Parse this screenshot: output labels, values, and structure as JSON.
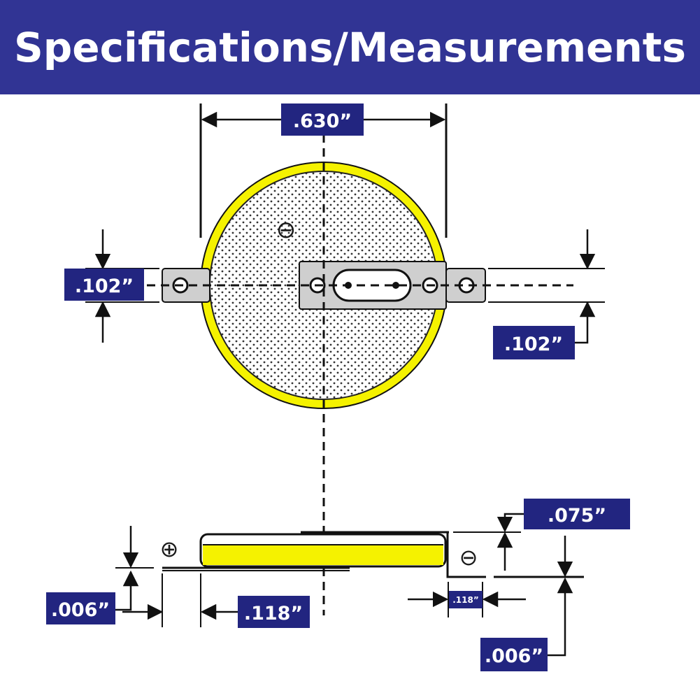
{
  "header": {
    "title": "Specifications/Measurements"
  },
  "colors": {
    "header_bg": "#313494",
    "label_bg": "#222580",
    "battery_yellow": "#F5F200",
    "tab_gray": "#CFCFCF",
    "line": "#111111"
  },
  "labels": {
    "diameter": ".630”",
    "tab_height_left": ".102”",
    "tab_height_right": ".102”",
    "thickness": ".075”",
    "tab_thickness_left": ".006”",
    "tab_thickness_right": ".006”",
    "tab_offset_left": ".118”",
    "tab_offset_right": ".118”"
  },
  "symbols": {
    "negative_top": "⊖",
    "positive_side": "⊕",
    "negative_side": "⊖"
  },
  "icons": {
    "coin_cell": "coin-cell-battery-icon",
    "solder_tab": "solder-tab-icon"
  }
}
